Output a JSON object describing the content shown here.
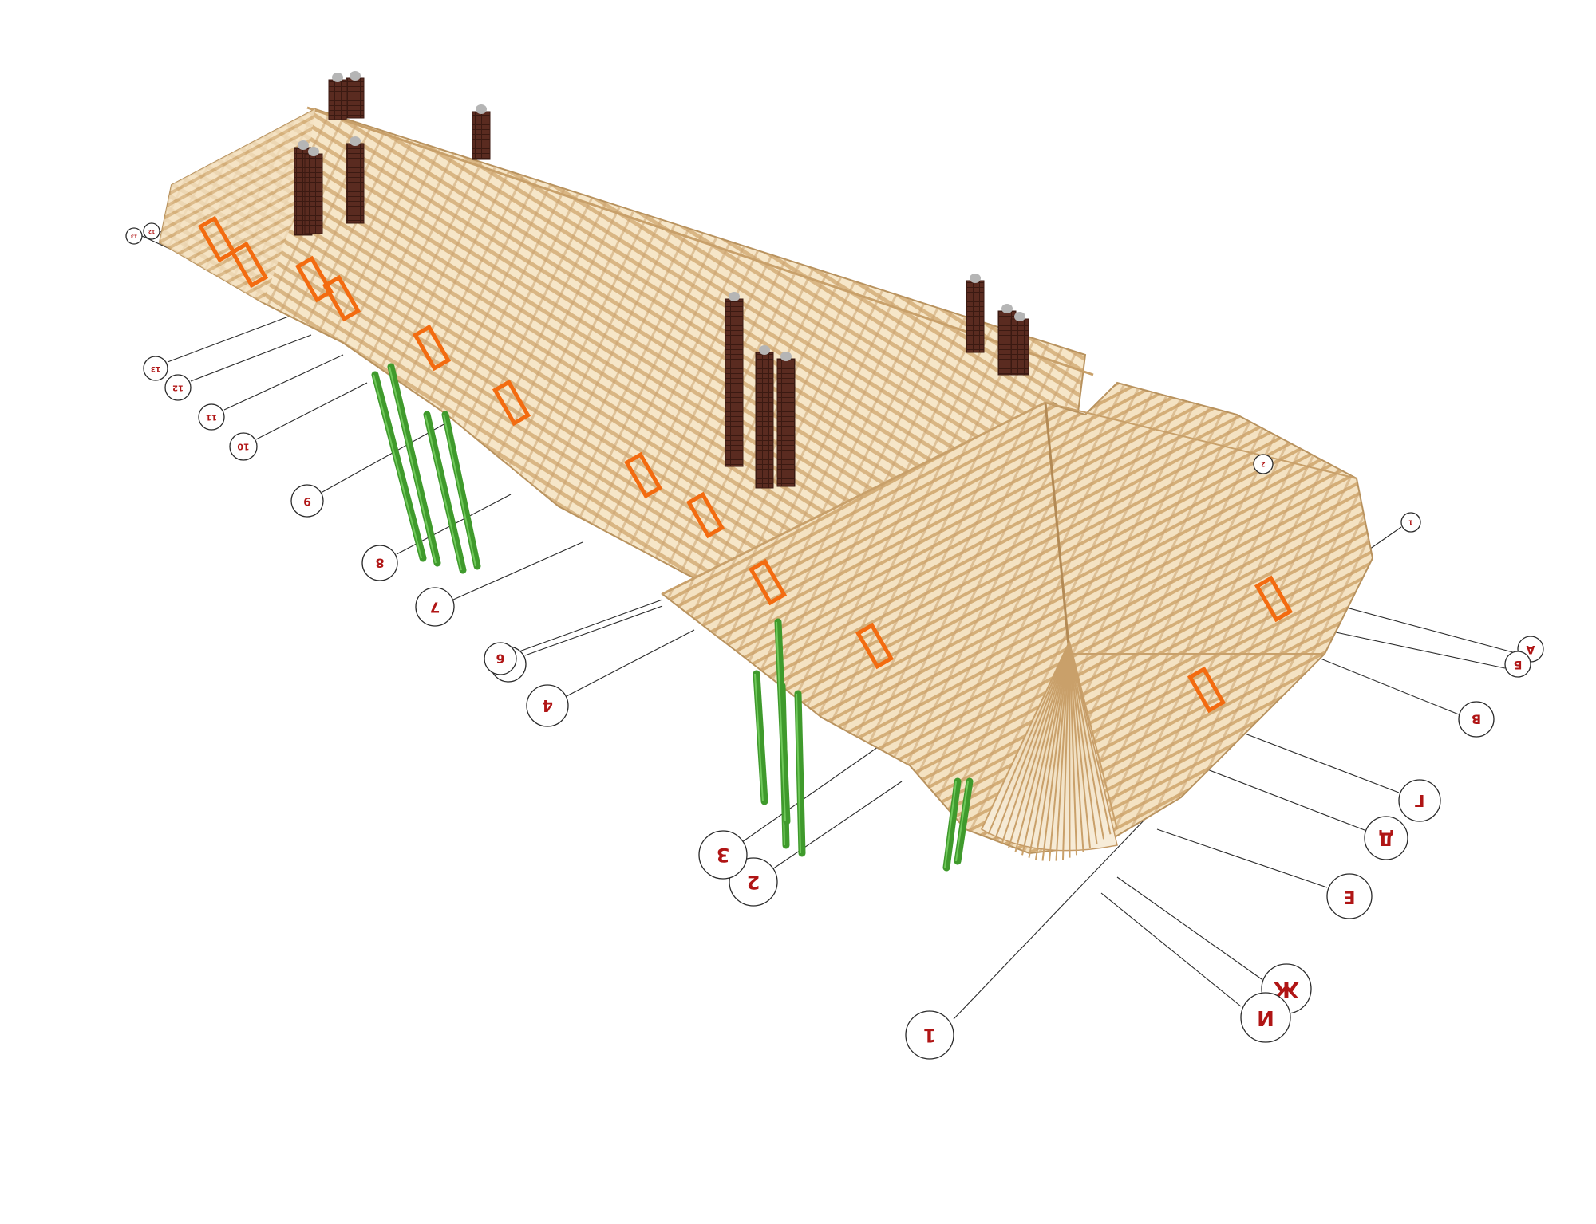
{
  "colors": {
    "timber_light": "#f0dcb6",
    "timber_mid": "#dcb98a",
    "timber_dark": "#b8925e",
    "chimney": "#5a2b20",
    "chimney_cap": "#b5b5b5",
    "column": "#3f9a2c",
    "window": "#f36b10",
    "axis_label": "#b01515",
    "leader": "#2a2a2a"
  },
  "axes_number": [
    "1",
    "2",
    "3",
    "4",
    "5",
    "6",
    "7",
    "8",
    "9",
    "10",
    "11",
    "12",
    "13"
  ],
  "axes_letter": [
    "А",
    "Б",
    "В",
    "Г",
    "Д",
    "Е",
    "Ж",
    "И"
  ],
  "icons": {
    "chimney": "brick-chimney-icon",
    "column": "steel-column-icon",
    "window": "roof-window-icon"
  }
}
